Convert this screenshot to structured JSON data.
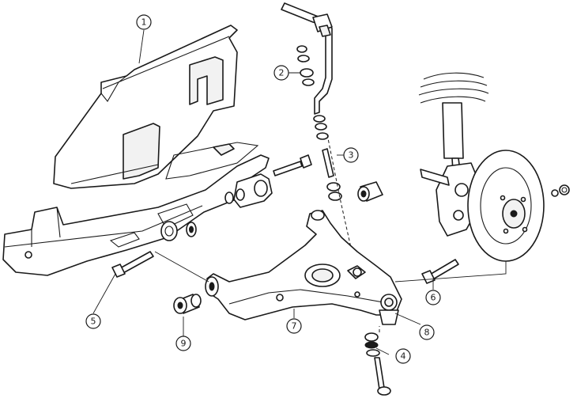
{
  "callouts": [
    {
      "id": "c1",
      "label": "1"
    },
    {
      "id": "c2",
      "label": "2"
    },
    {
      "id": "c3",
      "label": "3"
    },
    {
      "id": "c4",
      "label": "4"
    },
    {
      "id": "c5",
      "label": "5"
    },
    {
      "id": "c6",
      "label": "6"
    },
    {
      "id": "c7",
      "label": "7"
    },
    {
      "id": "c8",
      "label": "8"
    },
    {
      "id": "c9",
      "label": "9"
    }
  ]
}
